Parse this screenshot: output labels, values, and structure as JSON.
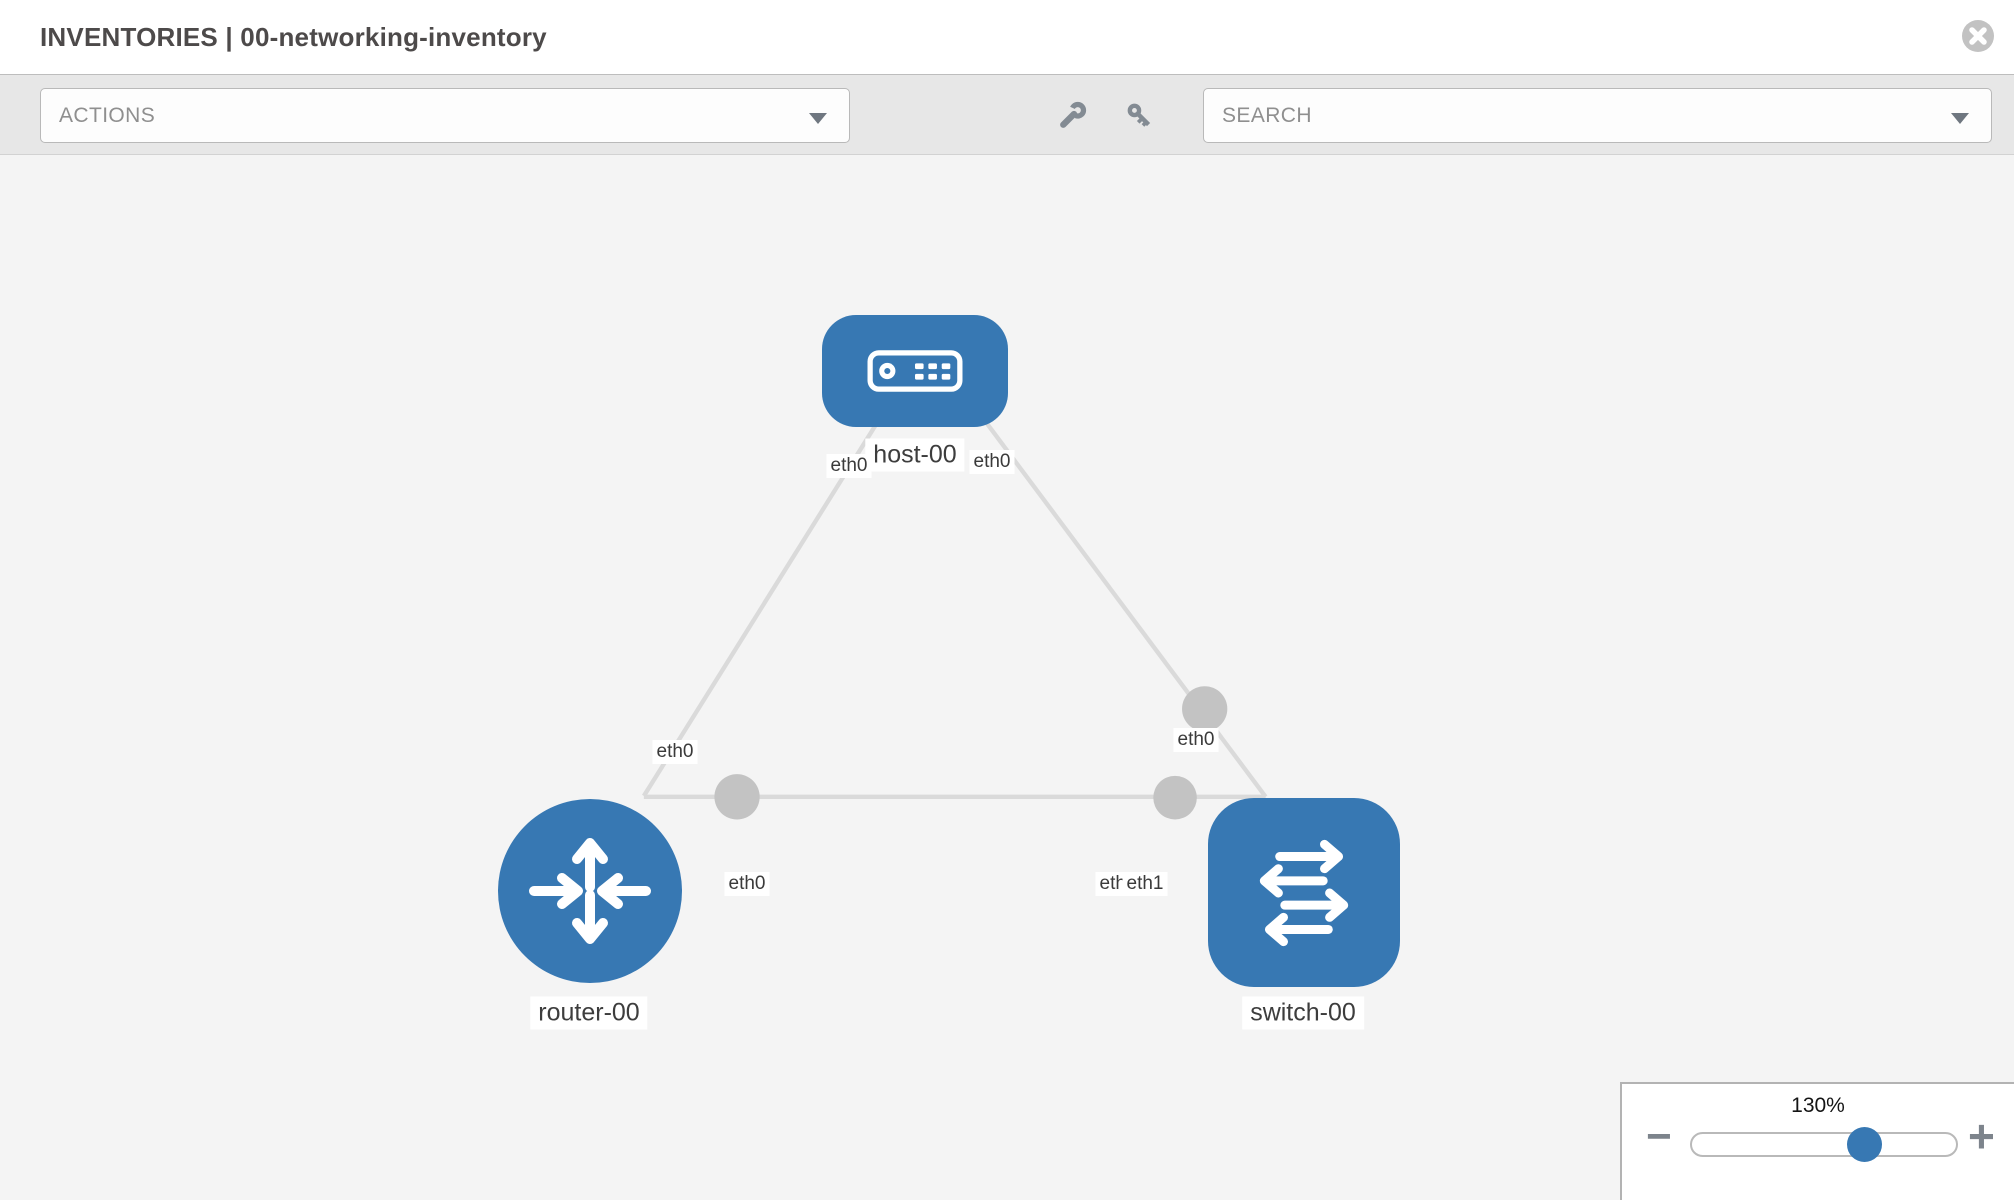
{
  "header": {
    "title": "INVENTORIES | 00-networking-inventory",
    "close_icon": "x-circle"
  },
  "toolbar": {
    "actions": {
      "label": "ACTIONS"
    },
    "search": {
      "label": "SEARCH"
    },
    "icons": [
      "wrench-icon",
      "key-icon"
    ]
  },
  "topology": {
    "nodes": [
      {
        "label": "host-00",
        "type": "host"
      },
      {
        "label": "router-00",
        "type": "router"
      },
      {
        "label": "switch-00",
        "type": "switch"
      }
    ],
    "links": [
      {
        "from": "host-00",
        "to": "router-00",
        "from_interface": "eth0",
        "to_interface": "eth0"
      },
      {
        "from": "host-00",
        "to": "switch-00",
        "from_interface": "eth0",
        "to_interface": "eth0"
      },
      {
        "from": "router-00",
        "to": "switch-00",
        "from_interface": "eth0",
        "to_interface": "eth1"
      }
    ],
    "interface_labels": {
      "host_router_at_host": "eth0",
      "host_router_at_router": "eth0",
      "host_switch_at_host": "eth0",
      "host_switch_at_switch": "eth0",
      "router_switch_at_router": "eth0",
      "router_switch_at_switch_under": "eth0",
      "router_switch_at_switch_over": "eth1"
    }
  },
  "zoom_control": {
    "level": "130%",
    "minus_label": "−",
    "plus_label": "+"
  },
  "colors": {
    "node_blue": "#3778b3",
    "link_gray": "#dadada",
    "connector_gray": "#c3c3c3",
    "toolbar_gray": "#e7e7e7",
    "canvas_gray": "#f4f4f4"
  }
}
